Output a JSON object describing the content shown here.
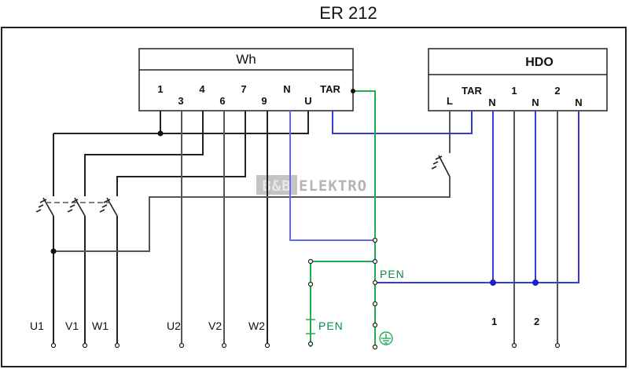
{
  "title": "ER 212",
  "meter": {
    "name": "Wh",
    "terminals": [
      "1",
      "3",
      "4",
      "6",
      "7",
      "9",
      "N",
      "U",
      "TAR"
    ]
  },
  "hdo": {
    "name": "HDO",
    "terminals": [
      "L",
      "TAR",
      "N",
      "1",
      "N",
      "2",
      "N"
    ]
  },
  "watermark": {
    "badge": "B&B",
    "text": "ELEKTRO"
  },
  "bottom_labels": {
    "supply": [
      "U1",
      "V1",
      "W1"
    ],
    "load": [
      "U2",
      "V2",
      "W2"
    ],
    "hdo_outputs": [
      "1",
      "2"
    ]
  },
  "pen_labels": {
    "bus": "PEN",
    "input": "PEN"
  },
  "colors": {
    "phase": "#222222",
    "neutral": "#3a3ad8",
    "pen": "#1db04e",
    "watermark": "#b5b5b5"
  },
  "icons": {
    "earth": "earth-ground-icon",
    "switch": "disconnector-switch-icon"
  }
}
